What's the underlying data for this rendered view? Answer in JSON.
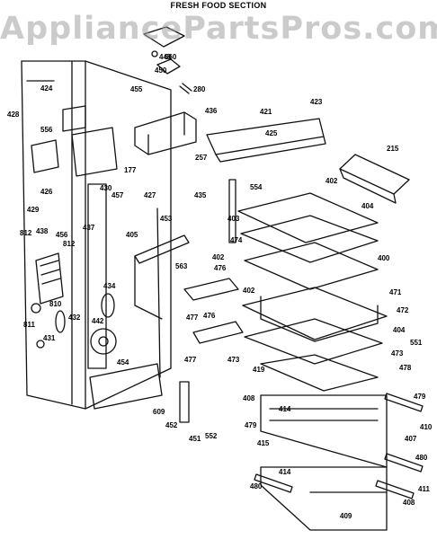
{
  "header": {
    "title": "FRESH FOOD SECTION",
    "watermark": "AppliancePartsPros.com"
  },
  "part_labels": [
    "448",
    "560",
    "450",
    "455",
    "280",
    "436",
    "424",
    "556",
    "428",
    "426",
    "429",
    "430",
    "457",
    "177",
    "427",
    "257",
    "421",
    "423",
    "425",
    "215",
    "554",
    "402",
    "403",
    "404",
    "474",
    "402",
    "400",
    "435",
    "437",
    "453",
    "438",
    "456",
    "812",
    "812",
    "405",
    "563",
    "476",
    "477",
    "476",
    "477",
    "402",
    "471",
    "472",
    "434",
    "810",
    "811",
    "432",
    "431",
    "442",
    "454",
    "404",
    "551",
    "473",
    "473",
    "419",
    "478",
    "408",
    "479",
    "414",
    "609",
    "452",
    "451",
    "552",
    "479",
    "410",
    "415",
    "407",
    "414",
    "480",
    "480",
    "411",
    "408",
    "409"
  ],
  "colors": {
    "line": "#111111",
    "watermark": "#a0a0a0"
  }
}
